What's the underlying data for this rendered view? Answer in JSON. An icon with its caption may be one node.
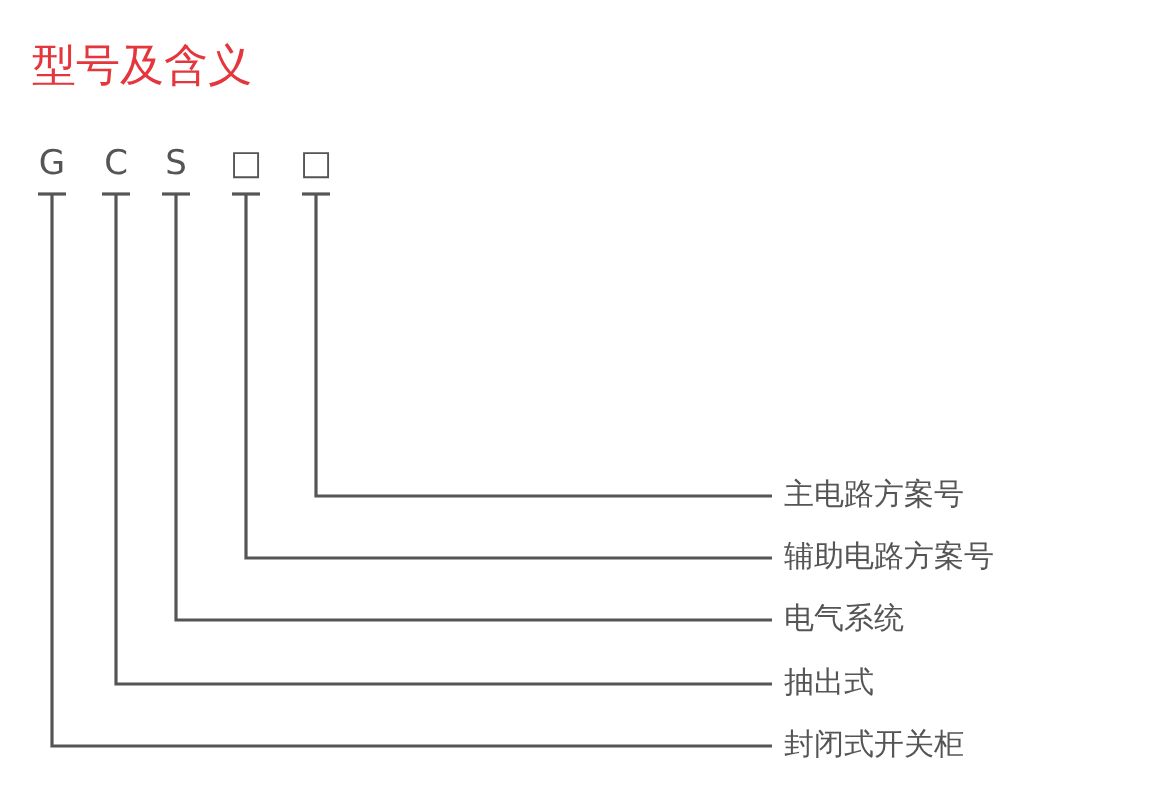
{
  "diagram": {
    "title": "型号及含义",
    "nodes": [
      {
        "text": [
          "G"
        ]
      },
      {
        "text": [
          "C"
        ]
      },
      {
        "text": [
          "S"
        ]
      },
      {
        "text": [
          "□"
        ]
      },
      {
        "text": [
          "□"
        ]
      },
      {
        "text": [
          "主电路方案号"
        ]
      },
      {
        "text": [
          "辅助电路方案号"
        ]
      },
      {
        "text": [
          "电气系统"
        ]
      },
      {
        "text": [
          "抽出式"
        ]
      },
      {
        "text": [
          "封闭式开关柜"
        ]
      }
    ],
    "edges": [
      {
        "from": 4,
        "to": 5,
        "arrow": "other"
      },
      {
        "from": 3,
        "to": 6,
        "arrow": "other"
      },
      {
        "from": 2,
        "to": 7,
        "arrow": "other"
      },
      {
        "from": 1,
        "to": 8,
        "arrow": "other"
      },
      {
        "from": 0,
        "to": 9,
        "arrow": "other"
      }
    ]
  }
}
